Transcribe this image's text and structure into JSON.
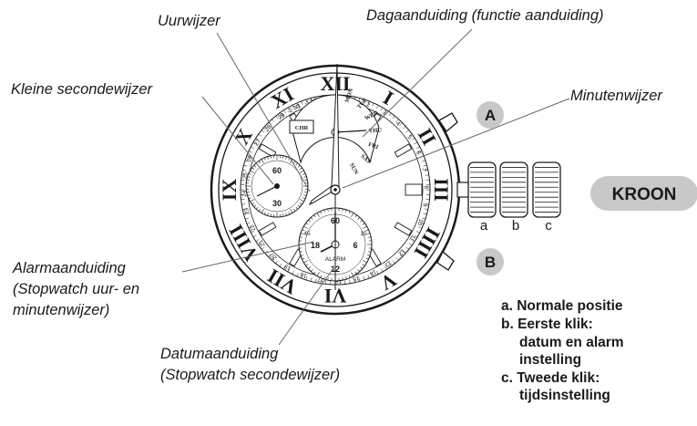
{
  "labels": {
    "uurwijzer": "Uurwijzer",
    "dagaanduiding": "Dagaanduiding (functie aanduiding)",
    "kleine_secondewijzer": "Kleine secondewijzer",
    "minutenwijzer": "Minutenwijzer",
    "alarm_line1": "Alarmaanduiding",
    "alarm_line2": "(Stopwatch uur- en",
    "alarm_line3": "minutenwijzer)",
    "datum_line1": "Datumaanduiding",
    "datum_line2": "(Stopwatch secondewijzer)"
  },
  "buttons": {
    "a": "A",
    "b": "B"
  },
  "crown": {
    "badge": "KROON",
    "positions": [
      "a",
      "b",
      "c"
    ]
  },
  "legend": {
    "a_line1": "a. Normale positie",
    "b_line1": "b. Eerste klik:",
    "b_line2": "datum en alarm",
    "b_line3": "instelling",
    "c_line1": "c. Tweede klik:",
    "c_line2": "tijdsinstelling"
  },
  "dial": {
    "roman_numerals": [
      "XII",
      "I",
      "II",
      "III",
      "IIII",
      "V",
      "VI",
      "VII",
      "VIII",
      "IX",
      "X",
      "XI"
    ],
    "top_scale": [
      "-3",
      "-2",
      "-1",
      "-1",
      "+1",
      "+2",
      "+3"
    ],
    "date_numbers": [
      "1",
      "2",
      "3",
      "4",
      "5",
      "6",
      "7",
      "8",
      "9",
      "10",
      "11",
      "12",
      "13",
      "14",
      "15",
      "16",
      "17",
      "18",
      "19",
      "20",
      "21",
      "22",
      "23",
      "24",
      "25",
      "26",
      "27",
      "28",
      "29",
      "30",
      "31"
    ],
    "days": [
      "MON",
      "TUE",
      "WED",
      "THU",
      "FRI",
      "SAT",
      "SUN"
    ],
    "chr": "CHR",
    "small_seconds": [
      "60",
      "30"
    ],
    "alarm_dial": {
      "top": "60",
      "left": "18",
      "right": "6",
      "bottom": "12",
      "name": "ALARM",
      "inner": [
        "15",
        "45"
      ]
    }
  }
}
